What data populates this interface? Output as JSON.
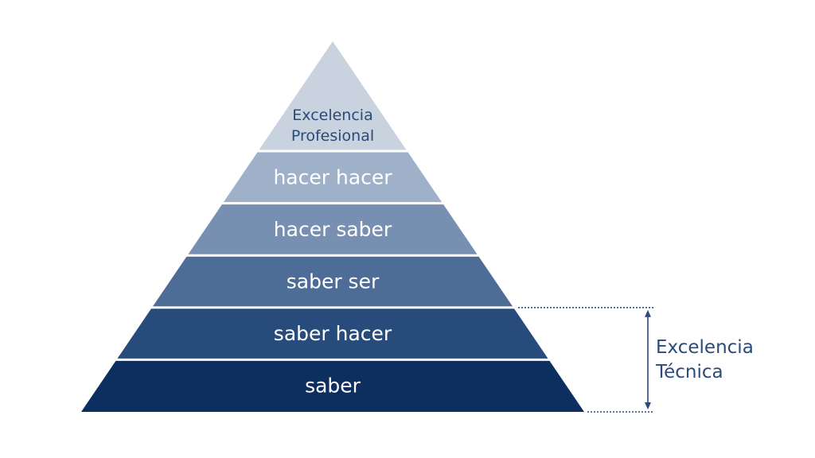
{
  "pyramid": {
    "layers": [
      {
        "lines": [
          "Excelencia",
          "Profesional"
        ],
        "color": "#c9d3e0"
      },
      {
        "lines": [
          "hacer hacer"
        ],
        "color": "#9fb1c9"
      },
      {
        "lines": [
          "hacer saber"
        ],
        "color": "#7790b2"
      },
      {
        "lines": [
          "saber ser"
        ],
        "color": "#4e6d96"
      },
      {
        "lines": [
          "saber hacer"
        ],
        "color": "#274b7a"
      },
      {
        "lines": [
          "saber"
        ],
        "color": "#0c2f60"
      }
    ]
  },
  "bracket": {
    "lines": [
      "Excelencia",
      "Técnica"
    ],
    "color": "#2b4a78"
  }
}
